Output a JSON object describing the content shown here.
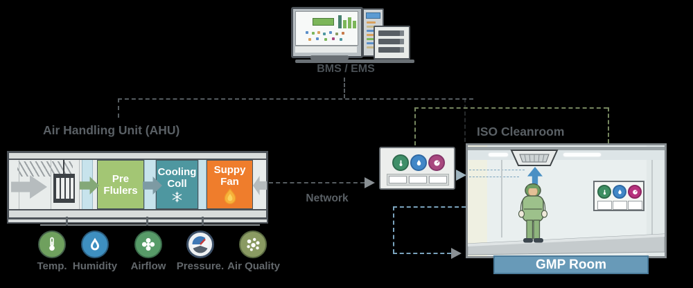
{
  "bms": {
    "label": "BMS / EMS"
  },
  "network": {
    "label": "Network"
  },
  "ahu": {
    "title": "Air Handling Unit (AHU)",
    "stages": [
      {
        "name": "pre-filters",
        "line1": "Pre",
        "line2": "Flulers",
        "color": "#a3c674"
      },
      {
        "name": "cooling-coil",
        "line1": "Cooling",
        "line2": "Coll",
        "color": "#4e97a0"
      },
      {
        "name": "supply-fan",
        "line1": "Suppy",
        "line2": "Fan",
        "color": "#ef7d2c"
      }
    ]
  },
  "sensors": [
    {
      "label": "Temp.",
      "color": "#6fa05e",
      "icon": "thermometer-icon"
    },
    {
      "label": "Humidity",
      "color": "#3e8fc0",
      "icon": "droplet-icon"
    },
    {
      "label": "Airflow",
      "color": "#579b68",
      "icon": "fan-icon"
    },
    {
      "label": "Pressure.",
      "color": "#3c4f66",
      "icon": "gauge-icon"
    },
    {
      "label": "Air Quality",
      "color": "#8a9a62",
      "icon": "particles-icon"
    }
  ],
  "monitoring_panel": {
    "indicator_colors": [
      "#3f8f68",
      "#4187c7",
      "#a8487f"
    ],
    "readout_count": 3
  },
  "cleanroom": {
    "title": "ISO Cleanroom",
    "room_label": "GMP Room",
    "wall_panel_colors": [
      "#3e8f63",
      "#4187c7",
      "#b8327e"
    ]
  },
  "colors": {
    "dashed_gray": "#565c60",
    "dashed_green": "#76875f",
    "dashed_blue": "#7aa3bd",
    "gmp_banner_blue": "#689ab8",
    "airflow_arrow_blue": "#4a90c4",
    "casing_gray": "#e8eceb"
  }
}
